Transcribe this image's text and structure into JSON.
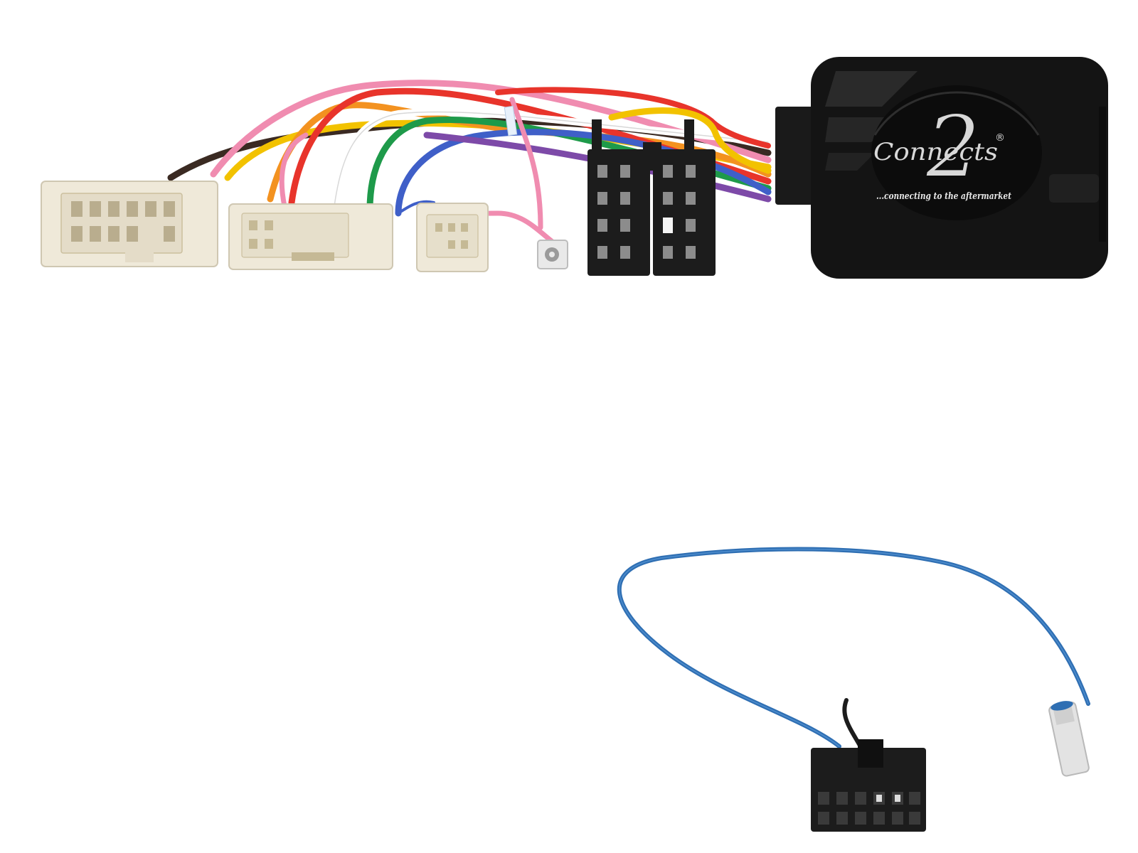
{
  "logo": {
    "numeral": "2",
    "brand": "Connects",
    "registered": "®",
    "tagline": "...connecting to the aftermarket"
  },
  "colors": {
    "background": "#ffffff",
    "interface_body": "#141414",
    "connector_black": "#1c1c1c",
    "connector_white": "#efe9d9",
    "lead_blue": "#2f6fb3",
    "wire_colors": [
      "#f2c200",
      "#e8342b",
      "#f39220",
      "#f08cb0",
      "#3a2a22",
      "#1e9a4a",
      "#3f5fc8",
      "#7d4aa8",
      "#ffffff",
      "#d07aa0"
    ]
  },
  "objects": [
    "interface-box",
    "white-connector-large",
    "white-connector-medium",
    "white-connector-small",
    "iso-connector-black",
    "antenna-adapter",
    "patch-lead-blue",
    "molex-connector-black"
  ]
}
